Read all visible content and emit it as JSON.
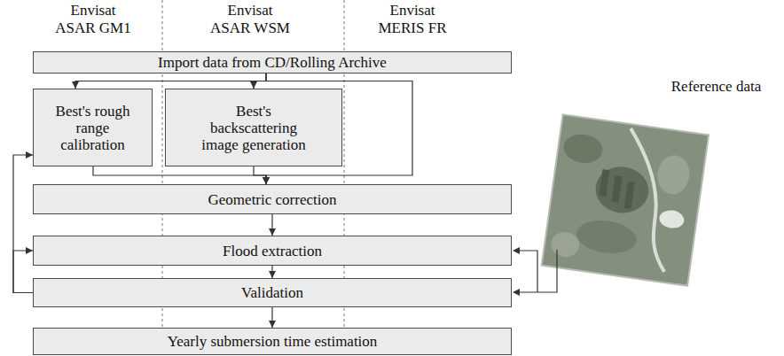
{
  "diagram": {
    "nodes": [
      {
        "text": [
          "Import data from CD/Rolling Archive"
        ]
      },
      {
        "text": [
          "Best's rough range calibration"
        ]
      },
      {
        "text": [
          "Best's backscattering image generation"
        ]
      },
      {
        "text": [
          "Geometric correction"
        ]
      },
      {
        "text": [
          "Flood extraction"
        ]
      },
      {
        "text": [
          "Validation"
        ]
      },
      {
        "text": [
          "Yearly submersion time estimation"
        ]
      }
    ],
    "edges": [
      {
        "from": 0,
        "to": 1,
        "arrow": "to"
      },
      {
        "from": 0,
        "to": 2,
        "arrow": "to"
      },
      {
        "from": 0,
        "to": 3,
        "arrow": "to"
      },
      {
        "from": 1,
        "to": 3,
        "arrow": "to"
      },
      {
        "from": 2,
        "to": 3,
        "arrow": "to"
      },
      {
        "from": 3,
        "to": 4,
        "arrow": "to"
      },
      {
        "from": 4,
        "to": 5,
        "arrow": "to"
      },
      {
        "from": 5,
        "to": 6,
        "arrow": "to"
      },
      {
        "from": 5,
        "to": 1,
        "arrow": "to"
      },
      {
        "from": 5,
        "to": 4,
        "arrow": "to"
      }
    ],
    "labels": [
      "Envisat ASAR GM1",
      "Envisat ASAR WSM",
      "Envisat MERIS FR",
      "Reference data"
    ]
  }
}
